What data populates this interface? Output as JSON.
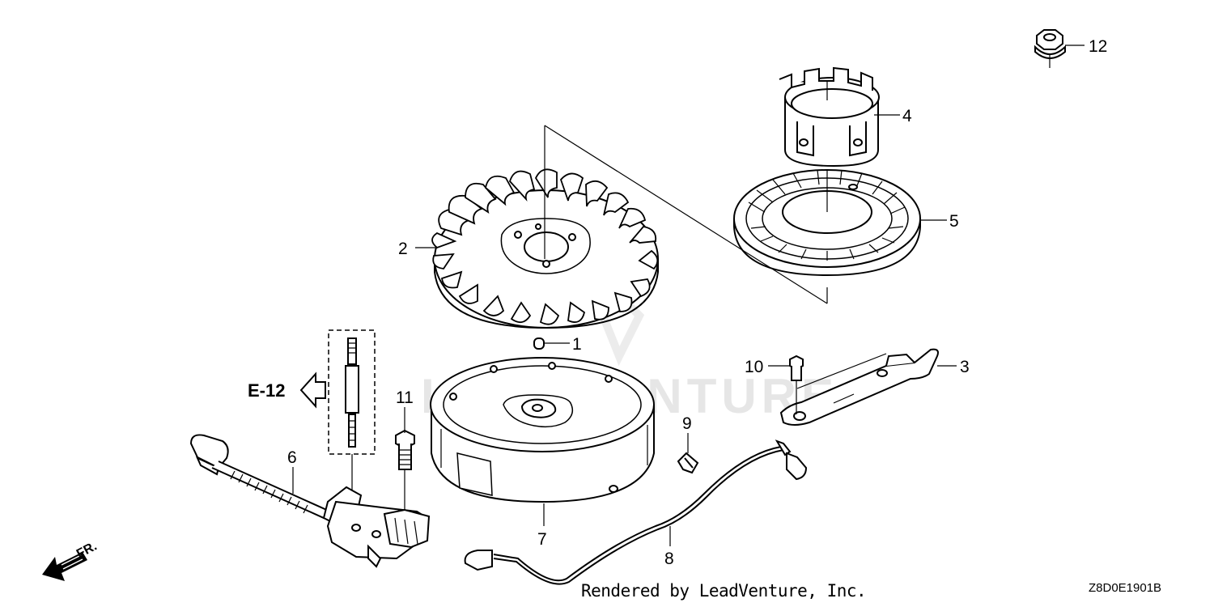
{
  "watermark": "LEADVENTURE",
  "callouts": [
    {
      "id": "1",
      "label": "1"
    },
    {
      "id": "2",
      "label": "2"
    },
    {
      "id": "3",
      "label": "3"
    },
    {
      "id": "4",
      "label": "4"
    },
    {
      "id": "5",
      "label": "5"
    },
    {
      "id": "6",
      "label": "6"
    },
    {
      "id": "7",
      "label": "7"
    },
    {
      "id": "8",
      "label": "8"
    },
    {
      "id": "9",
      "label": "9"
    },
    {
      "id": "10",
      "label": "10"
    },
    {
      "id": "11",
      "label": "11"
    },
    {
      "id": "12",
      "label": "12"
    }
  ],
  "reference": "E-12",
  "front_label": "FR.",
  "credit": "Rendered by LeadVenture, Inc.",
  "diagram_code": "Z8D0E1901B",
  "colors": {
    "line": "#000000",
    "background": "#ffffff",
    "watermark": "#e6e6e6"
  }
}
